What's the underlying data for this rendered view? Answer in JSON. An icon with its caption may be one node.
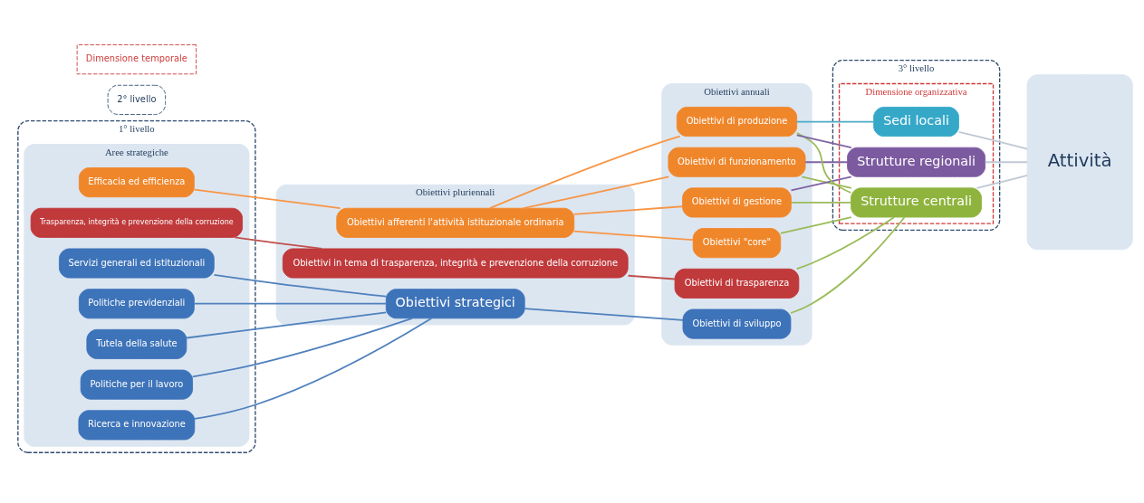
{
  "diagram": {
    "nodes": [
      {
        "text": [
          "1° livello"
        ]
      },
      {
        "text": [
          "Aree strategiche"
        ],
        "in": 0
      },
      {
        "text": [
          "Politiche previdenziali"
        ],
        "in": 1
      },
      {
        "text": [
          "Tutela della salute"
        ],
        "in": 1
      },
      {
        "text": [
          "Politiche per il lavoro"
        ],
        "in": 1
      },
      {
        "text": [
          "Ricerca e innovazione"
        ],
        "in": 1
      },
      {
        "text": [
          "Servizi generali ed istituzionali"
        ],
        "in": 1
      },
      {
        "text": [
          "Efficacia ed efficienza"
        ],
        "in": 1
      },
      {
        "text": [
          "Trasparenza, integrità e prevenzione della corruzione"
        ],
        "in": 1
      },
      {
        "text": [
          "2° livello"
        ]
      },
      {
        "text": [
          "Dimensione temporale"
        ]
      },
      {
        "text": [
          "Obiettivi pluriennali"
        ]
      },
      {
        "text": [
          "Obiettivi strategici"
        ],
        "in": 11
      },
      {
        "text": [
          "Obiettivi afferenti l'attività istituzionale ordinaria"
        ],
        "in": 11
      },
      {
        "text": [
          "Obiettivi in tema di trasparenza, integrità e prevenzione della corruzione"
        ],
        "in": 11
      },
      {
        "text": [
          "3° livello"
        ]
      },
      {
        "text": [
          "Obiettivi annuali"
        ]
      },
      {
        "text": [
          "Obiettivi di sviluppo"
        ],
        "in": 16
      },
      {
        "text": [
          "Obiettivi \"core\""
        ],
        "in": 16
      },
      {
        "text": [
          "Obiettivi di funzionamento"
        ],
        "in": 16
      },
      {
        "text": [
          "Obiettivi di gestione"
        ],
        "in": 16
      },
      {
        "text": [
          "Obiettivi di produzione"
        ],
        "in": 16
      },
      {
        "text": [
          "Obiettivi di trasparenza"
        ],
        "in": 16
      },
      {
        "text": [
          "Dimensione organizzativa"
        ],
        "in": 15
      },
      {
        "text": [
          "Strutture centrali"
        ],
        "in": 23
      },
      {
        "text": [
          "Strutture regionali"
        ],
        "in": 23
      },
      {
        "text": [
          "Sedi locali"
        ],
        "in": 23
      },
      {
        "text": [
          "Attività"
        ]
      }
    ],
    "edges": [
      {
        "from": 2,
        "to": 12,
        "arrow": "none",
        "color": "#4f81bd"
      },
      {
        "from": 3,
        "to": 12,
        "arrow": "none",
        "color": "#4f81bd"
      },
      {
        "from": 4,
        "to": 12,
        "arrow": "none",
        "color": "#4f81bd"
      },
      {
        "from": 5,
        "to": 12,
        "arrow": "none",
        "color": "#4f81bd"
      },
      {
        "from": 6,
        "to": 12,
        "arrow": "none",
        "color": "#4f81bd"
      },
      {
        "from": 7,
        "to": 13,
        "arrow": "none",
        "color": "#f79646"
      },
      {
        "from": 8,
        "to": 14,
        "arrow": "none",
        "color": "#c0504d"
      },
      {
        "from": 12,
        "to": 17,
        "arrow": "none",
        "color": "#4f81bd"
      },
      {
        "from": 13,
        "to": 18,
        "arrow": "none",
        "color": "#f79646"
      },
      {
        "from": 13,
        "to": 19,
        "arrow": "none",
        "color": "#f79646"
      },
      {
        "from": 13,
        "to": 20,
        "arrow": "none",
        "color": "#f79646"
      },
      {
        "from": 13,
        "to": 21,
        "arrow": "none",
        "color": "#f79646"
      },
      {
        "from": 14,
        "to": 22,
        "arrow": "none",
        "color": "#c0504d"
      },
      {
        "from": 17,
        "to": 24,
        "arrow": "none",
        "color": "#9bbb59"
      },
      {
        "from": 18,
        "to": 24,
        "arrow": "none",
        "color": "#9bbb59"
      },
      {
        "from": 19,
        "to": 24,
        "arrow": "none",
        "color": "#9bbb59"
      },
      {
        "from": 20,
        "to": 24,
        "arrow": "none",
        "color": "#9bbb59"
      },
      {
        "from": 21,
        "to": 24,
        "arrow": "none",
        "color": "#9bbb59"
      },
      {
        "from": 22,
        "to": 24,
        "arrow": "none",
        "color": "#9bbb59"
      },
      {
        "from": 19,
        "to": 25,
        "arrow": "none",
        "color": "#8064a2"
      },
      {
        "from": 20,
        "to": 25,
        "arrow": "none",
        "color": "#8064a2"
      },
      {
        "from": 21,
        "to": 25,
        "arrow": "none",
        "color": "#8064a2"
      },
      {
        "from": 21,
        "to": 26,
        "arrow": "none",
        "color": "#4bacc6"
      },
      {
        "from": 24,
        "to": 27,
        "arrow": "none",
        "color": "#c0c8d4"
      },
      {
        "from": 25,
        "to": 27,
        "arrow": "none",
        "color": "#c0c8d4"
      },
      {
        "from": 26,
        "to": 27,
        "arrow": "none",
        "color": "#c0c8d4"
      }
    ]
  }
}
